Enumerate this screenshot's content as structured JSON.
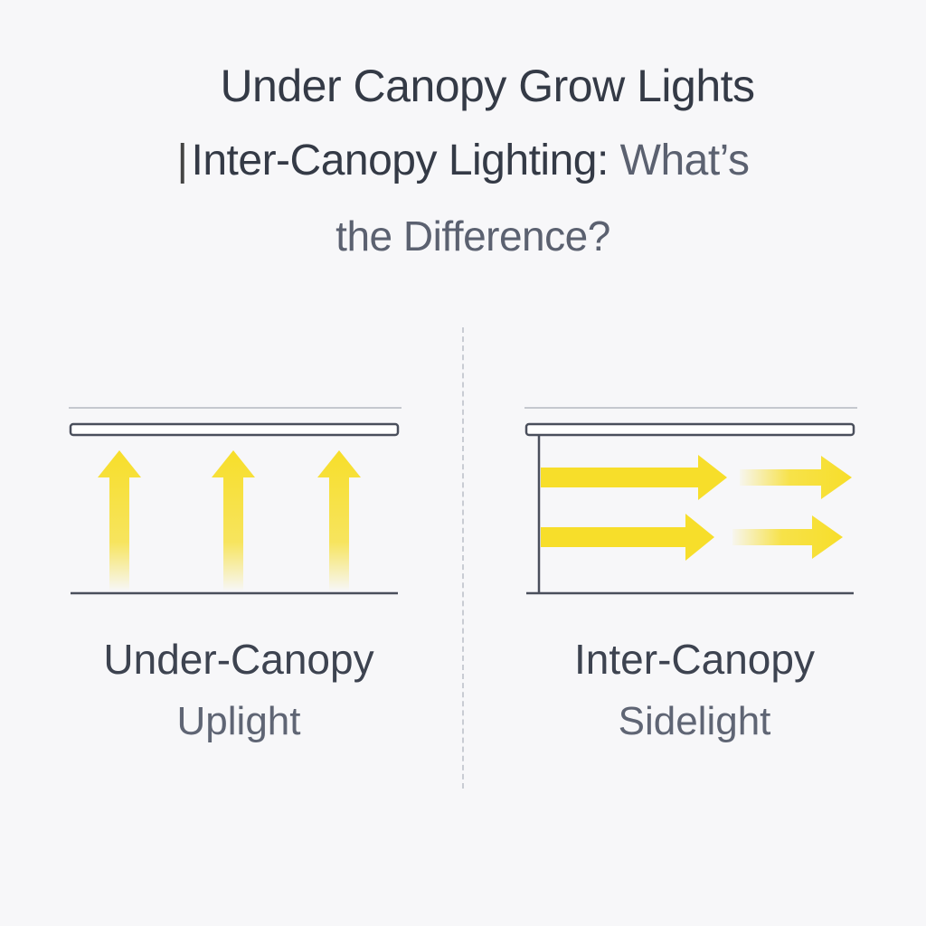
{
  "title": {
    "line1": "Under Canopy Grow Lights",
    "line2_bar": "|",
    "line2_strong": "Inter-Canopy Lighting:",
    "line2_light": "What’s",
    "line3": "the Difference?"
  },
  "left_panel": {
    "title": "Under-Canopy",
    "subtitle": "Uplight",
    "arrow_direction": "up",
    "arrow_count": 3
  },
  "right_panel": {
    "title": "Inter-Canopy",
    "subtitle": "Sidelight",
    "arrow_direction": "right",
    "arrow_rows": 2
  },
  "colors": {
    "background": "#f7f7f9",
    "text_dark": "#343a46",
    "text_muted": "#5b6170",
    "fixture_stroke": "#4a4f5c",
    "light_arrow": "#f7de2a",
    "divider": "#c9ccd3"
  }
}
